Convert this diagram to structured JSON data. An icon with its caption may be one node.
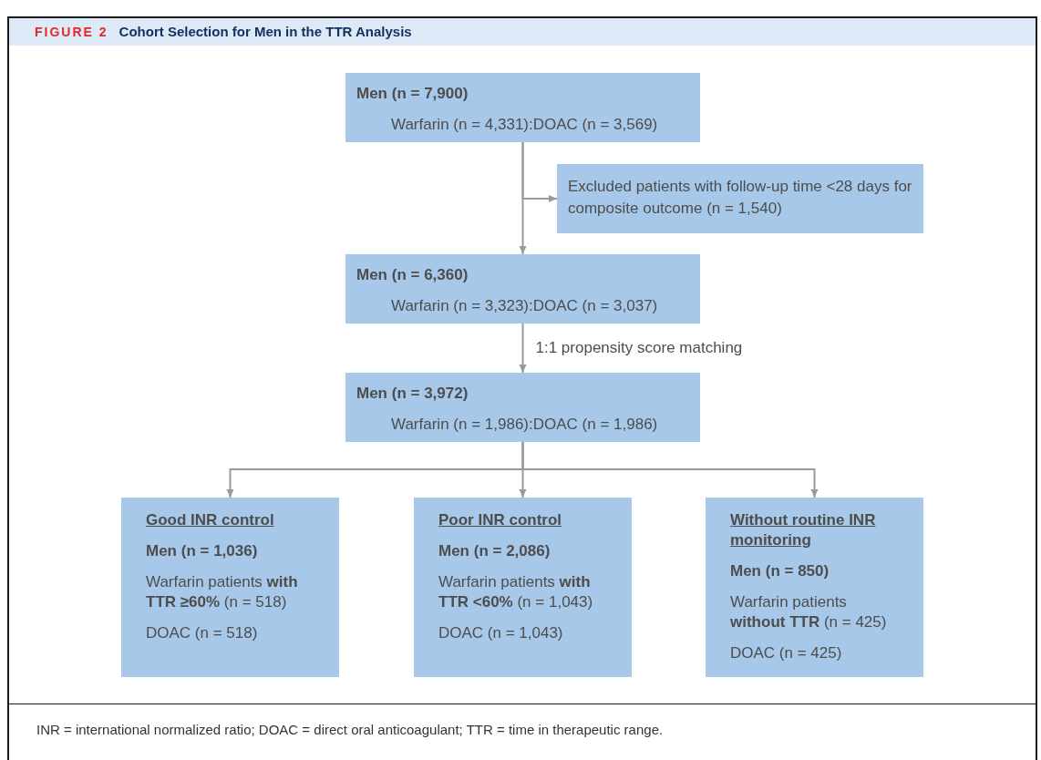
{
  "diagram": {
    "title": "Cohort Selection for Men in the TTR Analysis",
    "caption": "INR = international normalized ratio; DOAC = direct oral anticoagulant; TTR = time in therapeutic range.",
    "labels": [
      "FIGURE 2"
    ],
    "nodes": [
      {
        "text": [
          "Men (n = 7,900)",
          "Warfarin (n = 4,331):DOAC (n = 3,569)"
        ]
      },
      {
        "text": [
          "Excluded patients with follow-up time <28 days for composite outcome (n = 1,540)"
        ]
      },
      {
        "text": [
          "Men (n = 6,360)",
          "Warfarin (n = 3,323):DOAC (n = 3,037)"
        ]
      },
      {
        "text": [
          "Men (n = 3,972)",
          "Warfarin (n = 1,986):DOAC (n = 1,986)"
        ]
      },
      {
        "text": [
          "Good INR control",
          "Men (n = 1,036)",
          "Warfarin patients **with TTR ≥60%** (n = 518)",
          "DOAC (n = 518)"
        ]
      },
      {
        "text": [
          "Poor INR control",
          "Men (n = 2,086)",
          "Warfarin patients **with TTR <60%** (n = 1,043)",
          "DOAC (n = 1,043)"
        ]
      },
      {
        "text": [
          "Without routine INR monitoring",
          "Men (n = 850)",
          "Warfarin patients **without TTR** (n = 425)",
          "DOAC (n = 425)"
        ]
      }
    ],
    "edges": [
      {
        "from": 0,
        "to": 1,
        "arrow": "to"
      },
      {
        "from": 0,
        "to": 2,
        "arrow": "to"
      },
      {
        "from": 2,
        "to": 3,
        "arrow": "to",
        "label": "1:1 propensity score matching"
      },
      {
        "from": 3,
        "to": 4,
        "arrow": "to"
      },
      {
        "from": 3,
        "to": 5,
        "arrow": "to"
      },
      {
        "from": 3,
        "to": 6,
        "arrow": "to"
      }
    ]
  }
}
